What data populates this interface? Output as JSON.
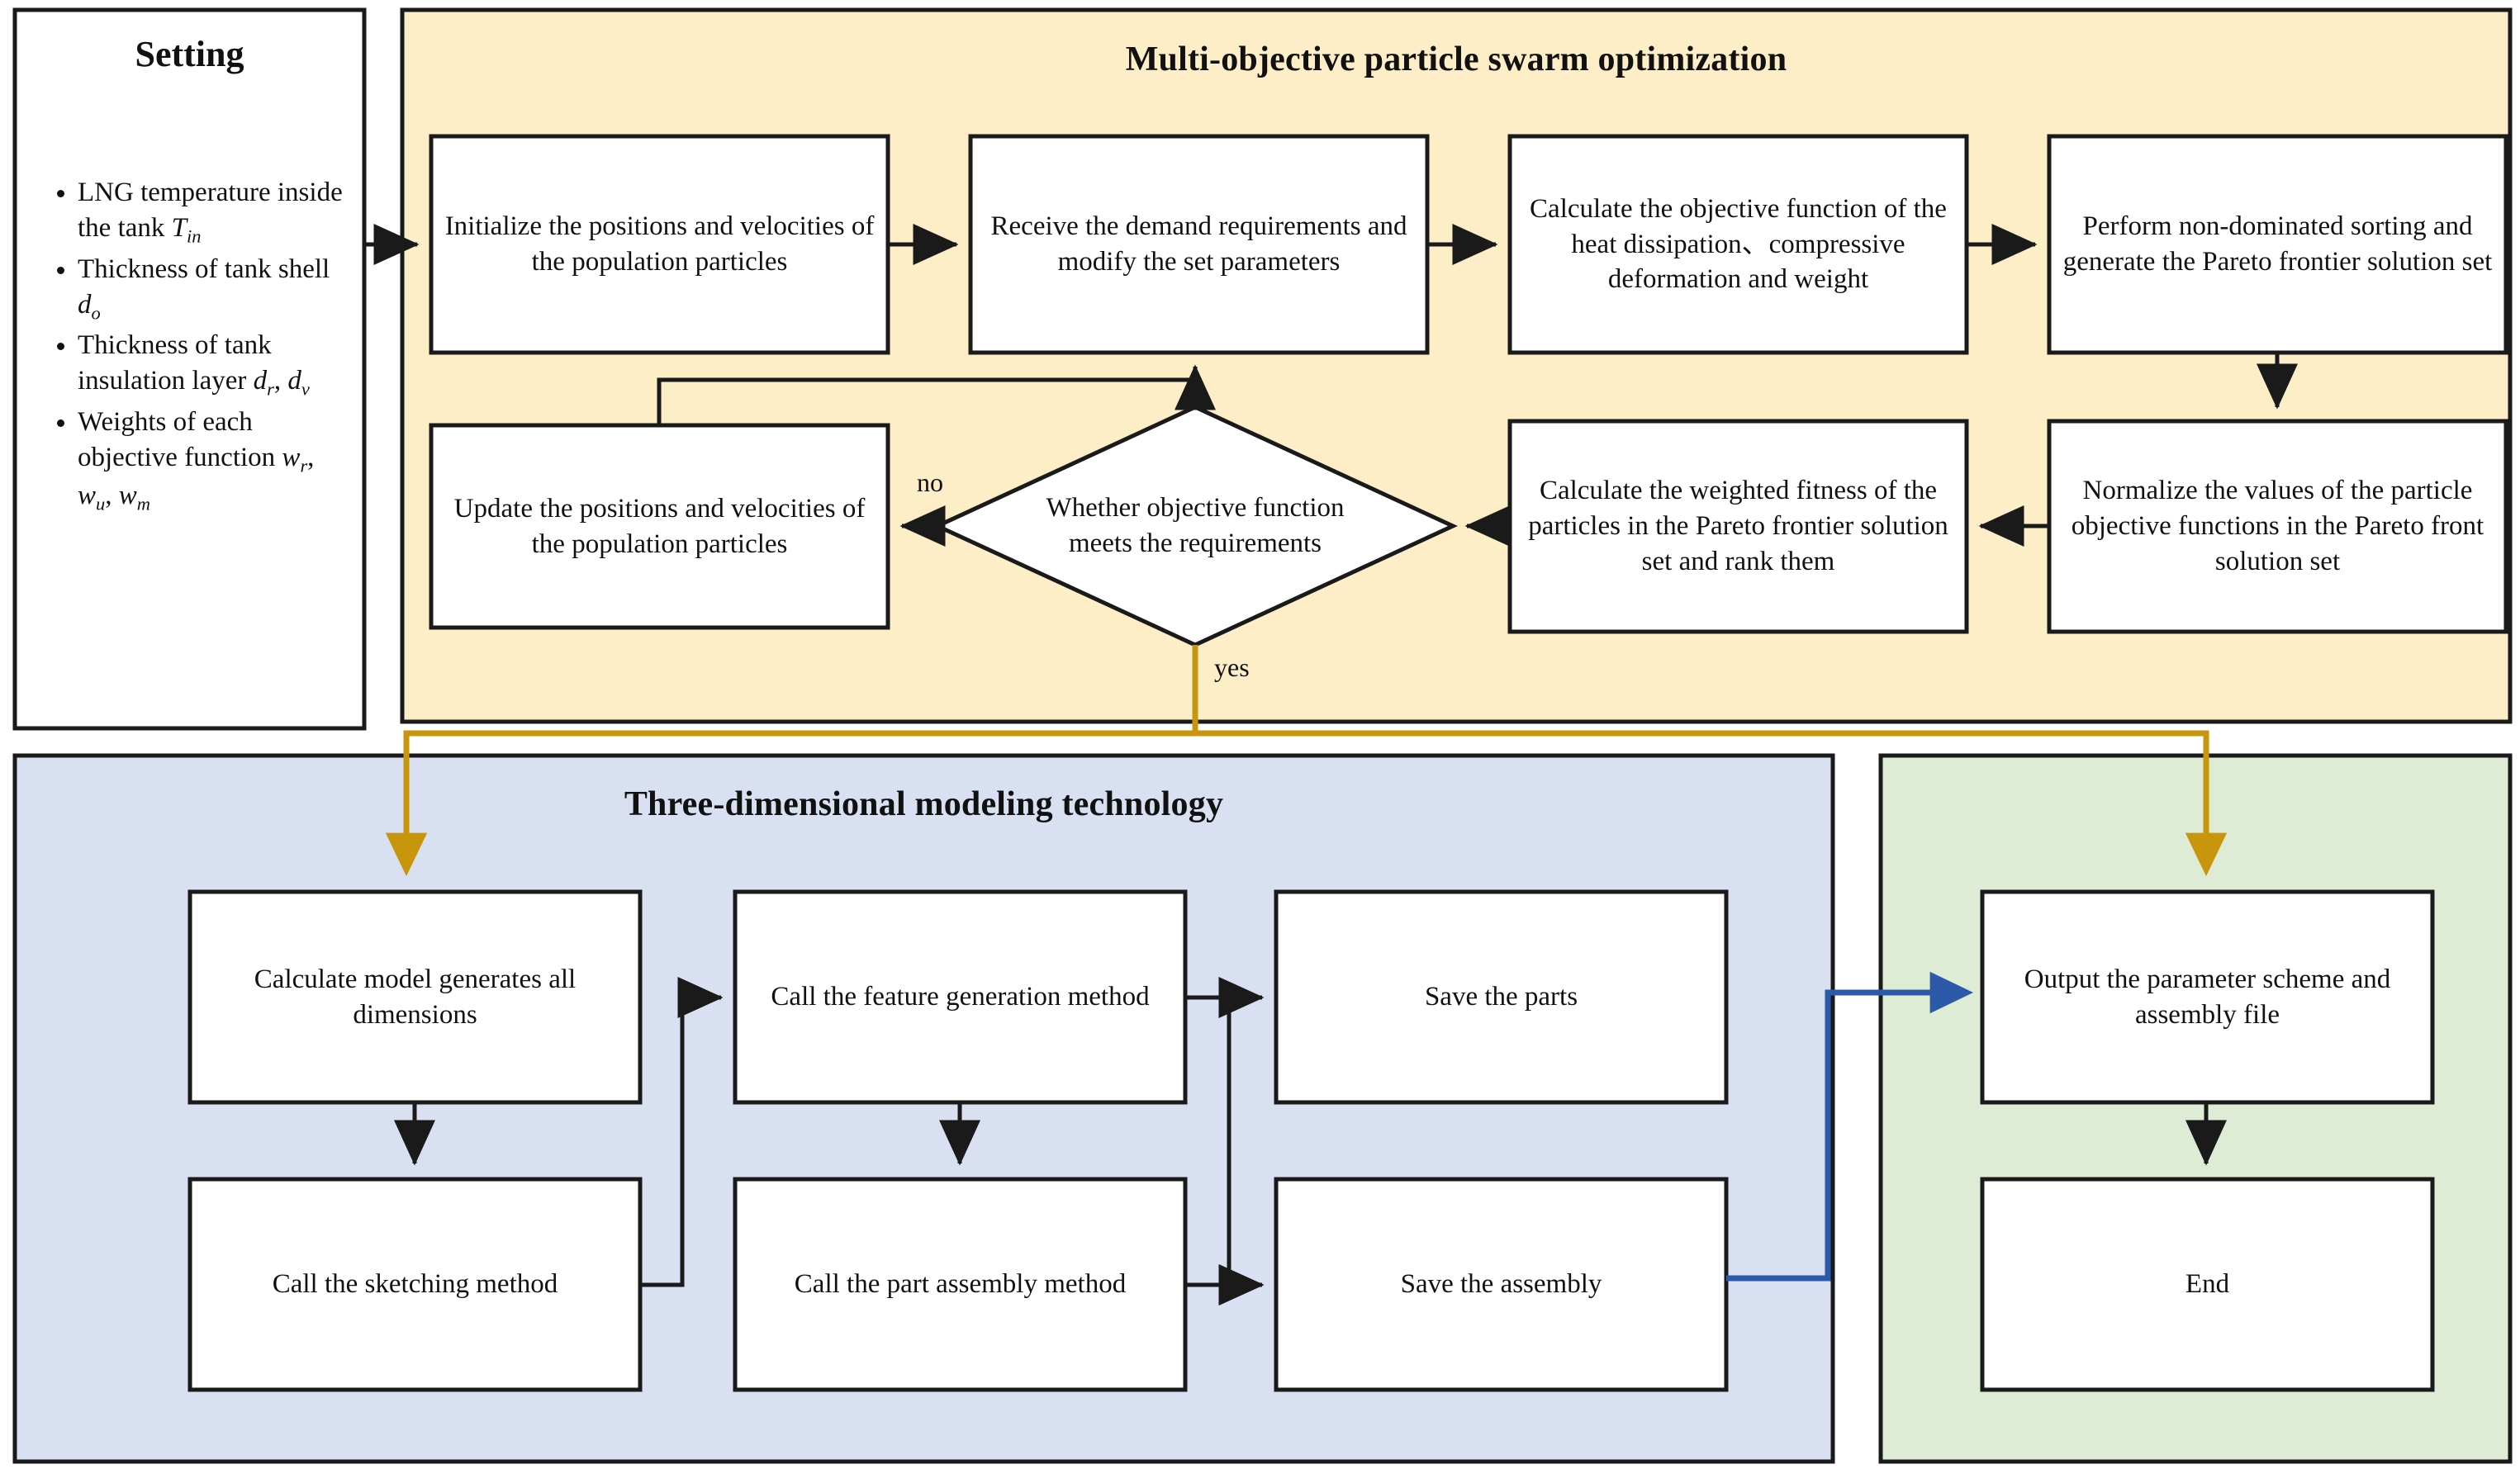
{
  "figure": {
    "type": "flowchart",
    "panels": [
      {
        "id": "setting",
        "title": "Setting",
        "fill": "#ffffff",
        "stroke": "#1a1a1a"
      },
      {
        "id": "mopso",
        "title": "Multi-objective particle swarm optimization",
        "fill": "#fdeec8",
        "stroke": "#1a1a1a"
      },
      {
        "id": "modeling",
        "title": "Three-dimensional modeling technology",
        "fill": "#d9e0f2",
        "stroke": "#1a1a1a"
      },
      {
        "id": "output",
        "title": "",
        "fill": "#dfecd5",
        "stroke": "#1a1a1a"
      }
    ]
  },
  "setting": {
    "title": "Setting",
    "items": [
      {
        "text": "LNG temperature inside the tank ",
        "sym": "T",
        "sub": "in",
        "sym2": "",
        "sub2": ""
      },
      {
        "text": "Thickness of tank shell ",
        "sym": "d",
        "sub": "o",
        "sym2": "",
        "sub2": ""
      },
      {
        "text": "Thickness of tank insulation layer ",
        "sym": "d",
        "sub": "r",
        "sym2": "d",
        "sub2": "v"
      },
      {
        "text": "Weights of each objective function ",
        "sym": "w",
        "sub": "r",
        "sym2": "w",
        "sub2": "u",
        "sym3": "w",
        "sub3": "m"
      }
    ],
    "items_plain": [
      "LNG temperature inside the tank T_in",
      "Thickness of tank shell d_o",
      "Thickness of tank insulation layer d_r, d_v",
      "Weights of each objective function w_r, w_u, w_m"
    ]
  },
  "mopso": {
    "title": "Multi-objective particle swarm optimization",
    "nodes": [
      {
        "id": "init",
        "label": "Initialize the positions and velocities of the population particles",
        "shape": "rect"
      },
      {
        "id": "receive",
        "label": "Receive the demand requirements and modify the set parameters",
        "shape": "rect"
      },
      {
        "id": "objfun",
        "label": "Calculate the objective function of the heat dissipation、compressive deformation  and weight",
        "shape": "rect"
      },
      {
        "id": "nds",
        "label": "Perform non-dominated sorting and generate the Pareto frontier solution set",
        "shape": "rect"
      },
      {
        "id": "normalize",
        "label": "Normalize the values of the particle objective functions in the Pareto front solution set",
        "shape": "rect"
      },
      {
        "id": "fitness",
        "label": "Calculate the weighted fitness of the particles in the Pareto frontier solution set and rank them",
        "shape": "rect"
      },
      {
        "id": "decision",
        "label": "Whether objective function meets the requirements",
        "shape": "diamond"
      },
      {
        "id": "update",
        "label": "Update the positions and velocities of the population particles",
        "shape": "rect"
      }
    ],
    "edge_labels": {
      "no": "no",
      "yes": "yes"
    }
  },
  "modeling": {
    "title": "Three-dimensional modeling technology",
    "nodes": [
      {
        "id": "calcmodel",
        "label": "Calculate model generates all dimensions"
      },
      {
        "id": "sketch",
        "label": "Call the sketching method"
      },
      {
        "id": "feature",
        "label": "Call the feature generation method"
      },
      {
        "id": "assemblymethod",
        "label": "Call the part assembly method"
      },
      {
        "id": "saveparts",
        "label": "Save the parts"
      },
      {
        "id": "saveassembly",
        "label": "Save the assembly"
      }
    ]
  },
  "output": {
    "nodes": [
      {
        "id": "outparam",
        "label": "Output the parameter scheme and assembly file"
      },
      {
        "id": "end",
        "label": "End"
      }
    ]
  },
  "colors": {
    "mopso_fill": "#fdeec8",
    "modeling_fill": "#d9e0f2",
    "output_fill": "#dfecd5",
    "node_fill": "#ffffff",
    "stroke": "#1a1a1a",
    "yellow_connector": "#c8960c",
    "blue_connector": "#2c5aa8"
  }
}
